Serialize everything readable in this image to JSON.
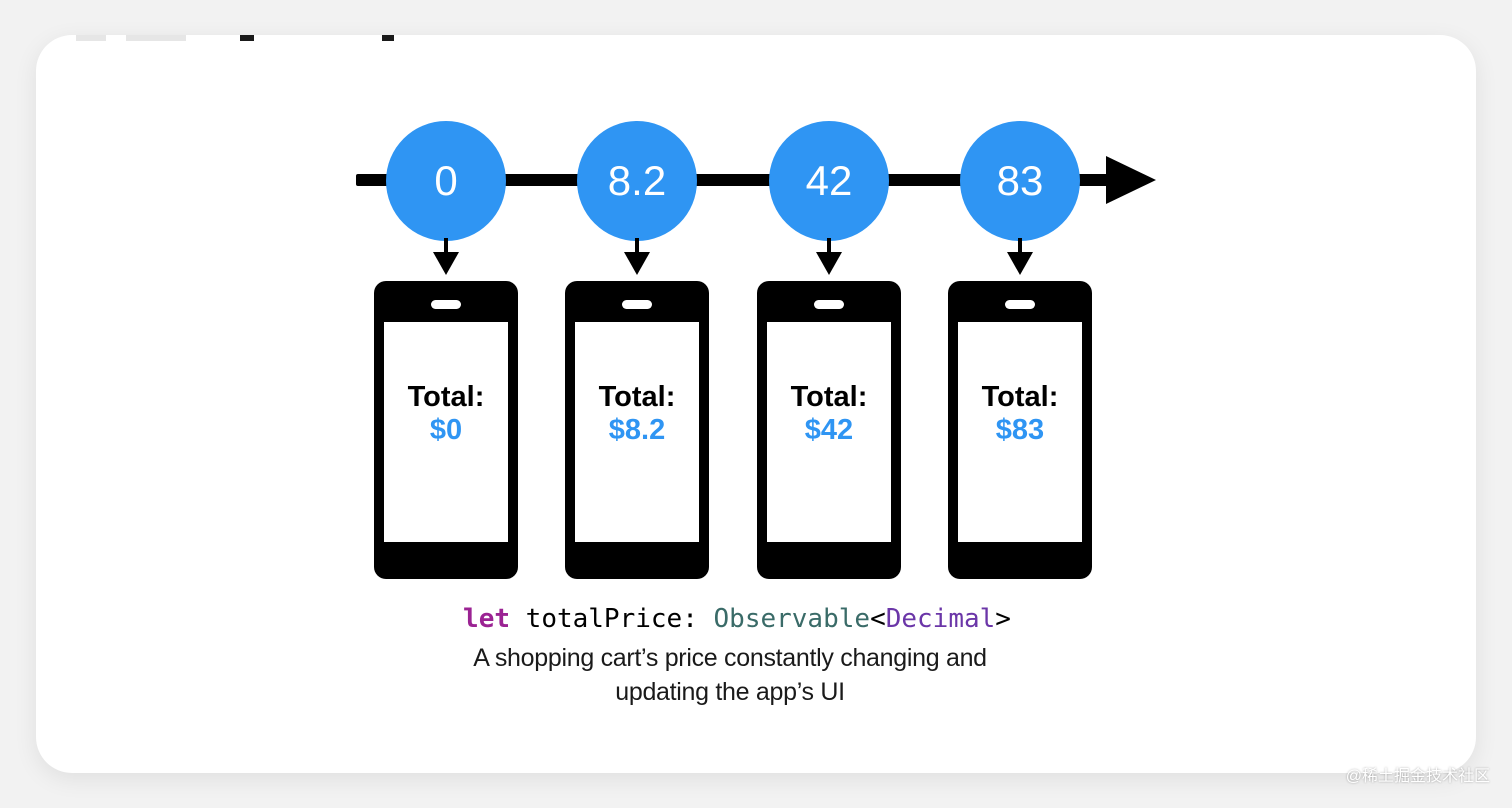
{
  "timeline": {
    "values": [
      "0",
      "8.2",
      "42",
      "83"
    ]
  },
  "phones": [
    {
      "label": "Total:",
      "value": "$0"
    },
    {
      "label": "Total:",
      "value": "$8.2"
    },
    {
      "label": "Total:",
      "value": "$42"
    },
    {
      "label": "Total:",
      "value": "$83"
    }
  ],
  "code": {
    "keyword": "let",
    "identifier": " totalPrice: ",
    "type_name": "Observable",
    "open_angle": "<",
    "generic_type": "Decimal",
    "close_angle": ">"
  },
  "caption": {
    "line1": "A shopping cart’s price constantly changing and",
    "line2": "updating the app’s UI"
  },
  "watermark": "@稀土掘金技术社区",
  "colors": {
    "accent_blue": "#2f95f3",
    "keyword": "#9b2393",
    "type_teal": "#3a6b68",
    "type_purple": "#6b36a8"
  }
}
